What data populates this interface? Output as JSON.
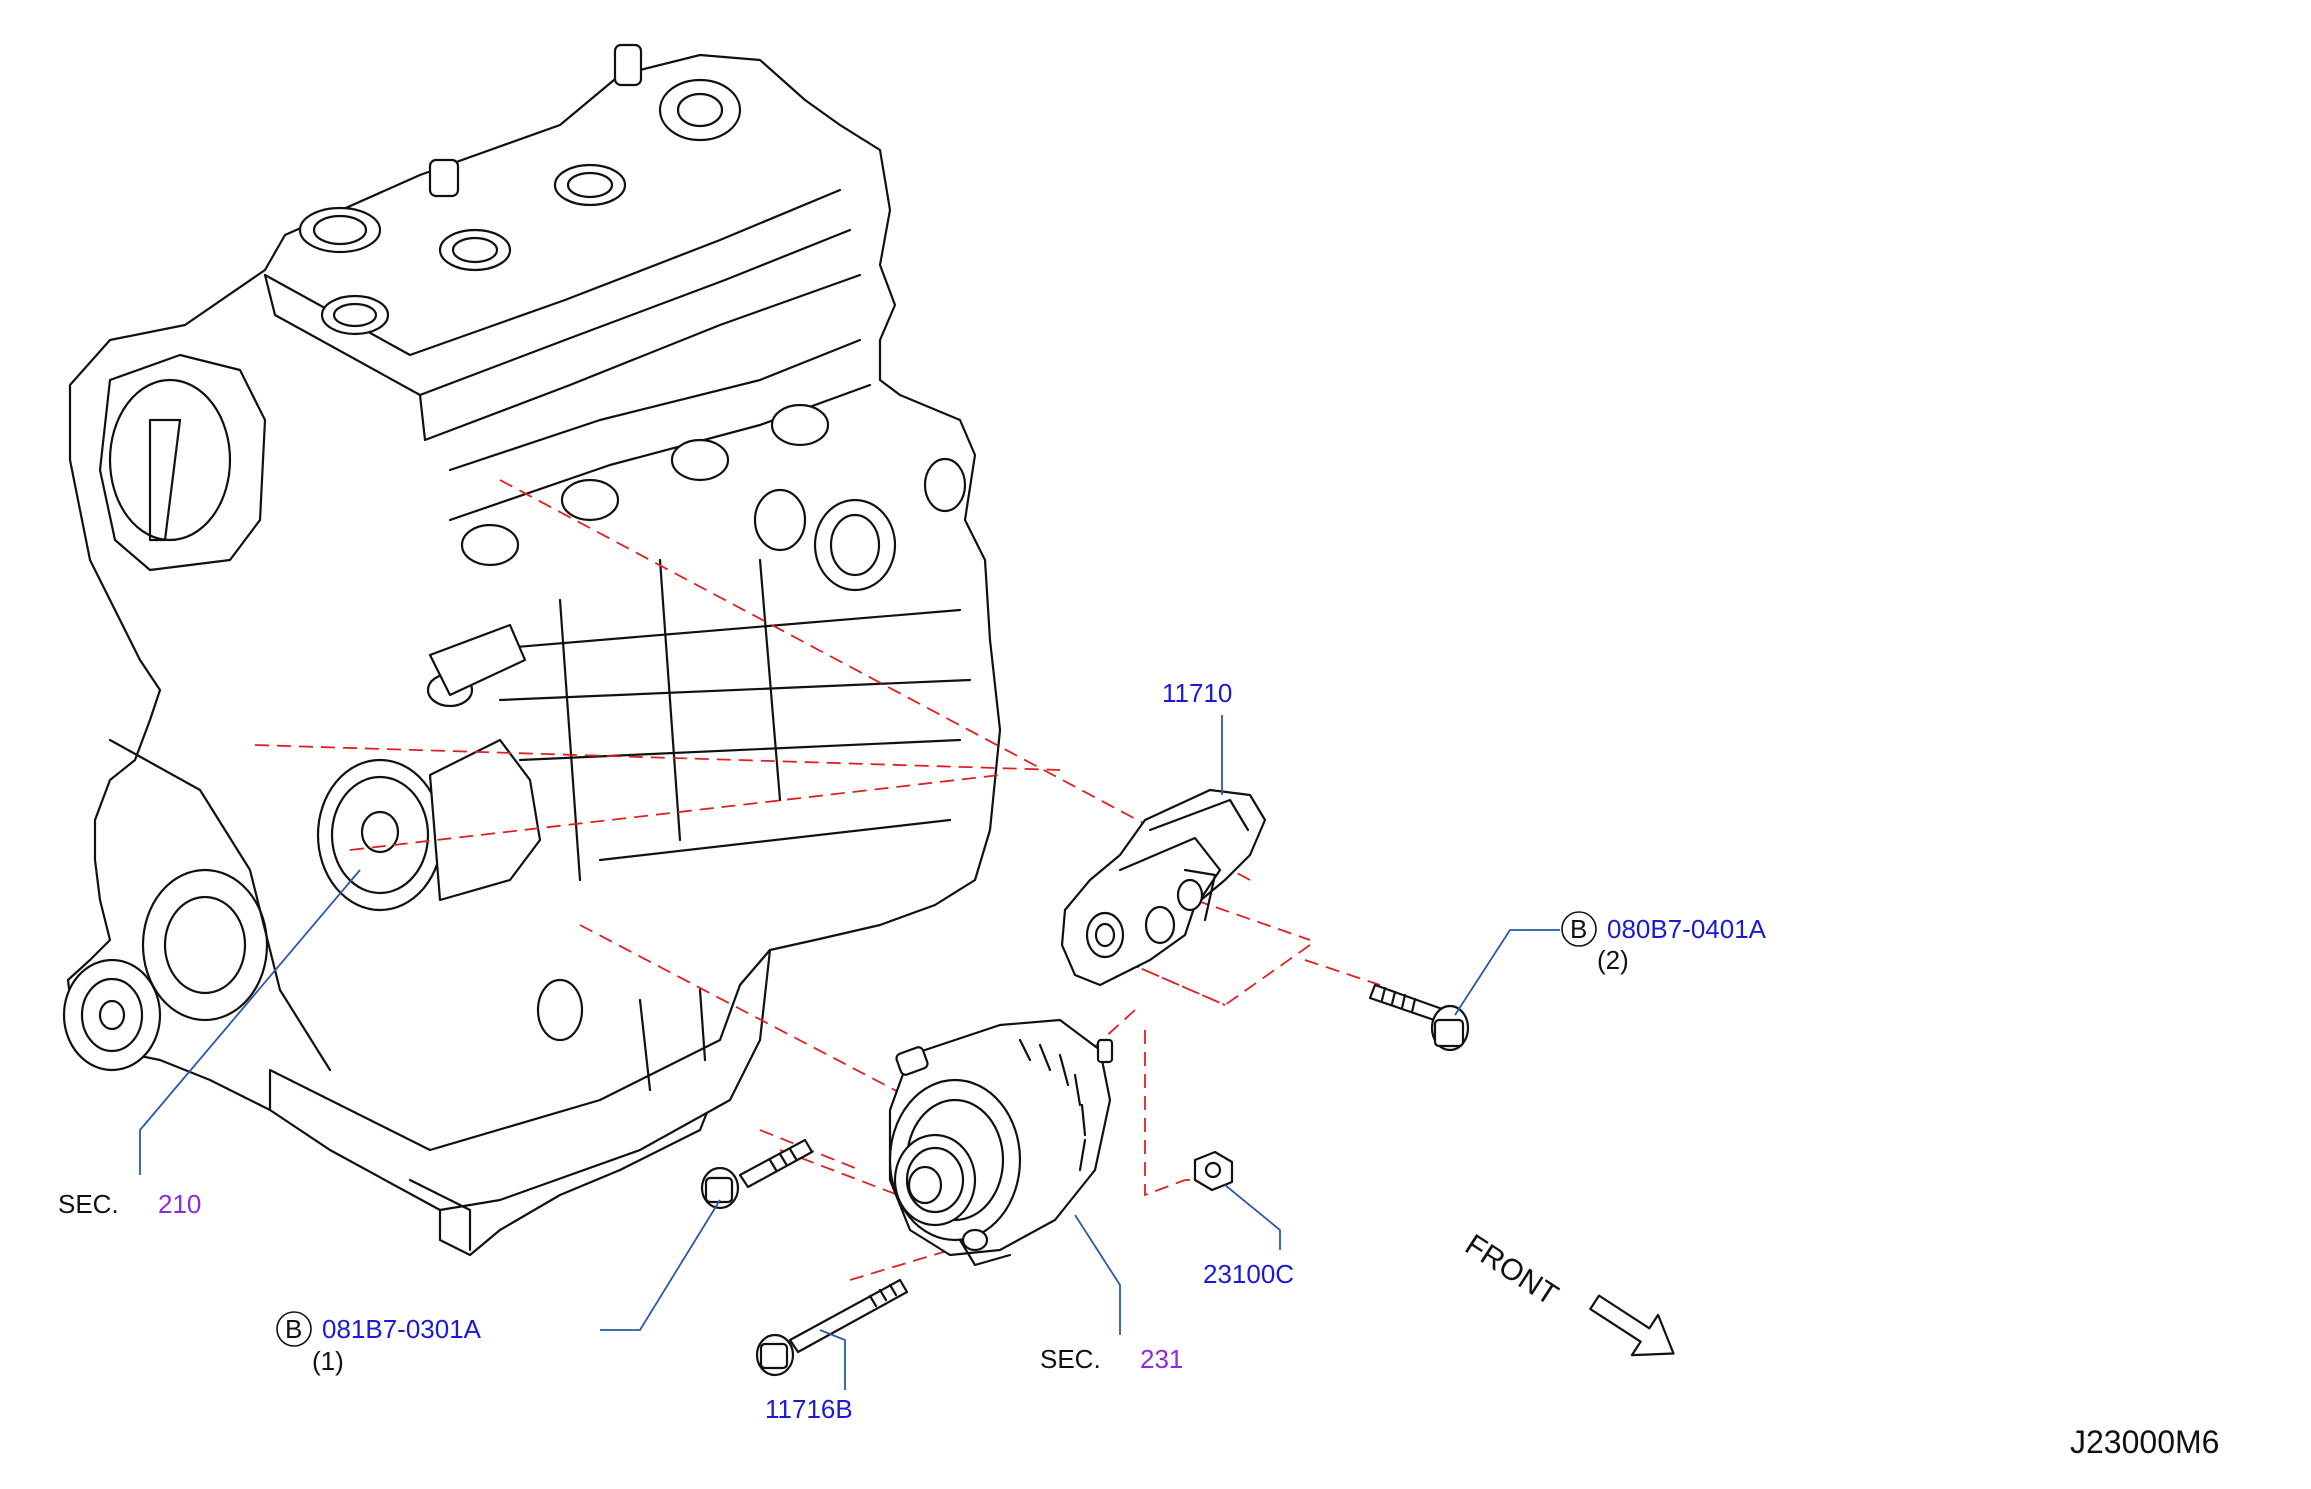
{
  "callouts": {
    "bracket": "11710",
    "bolt_upper_code": "080B7-0401A",
    "bolt_upper_qty": "(2)",
    "bolt_lower_code": "081B7-0301A",
    "bolt_lower_qty": "(1)",
    "circle_letter": "B",
    "nut": "23100C",
    "long_bolt": "11716B",
    "sec_prefix": "SEC.",
    "sec_pump": "210",
    "sec_alternator": "231"
  },
  "front_label": "FRONT",
  "diagram_id": "J23000M6",
  "colors": {
    "part_number": "#1a1ad6",
    "section_number": "#8a2be2",
    "guide_line": "#e02020",
    "leader_line": "#2a5aa8"
  }
}
